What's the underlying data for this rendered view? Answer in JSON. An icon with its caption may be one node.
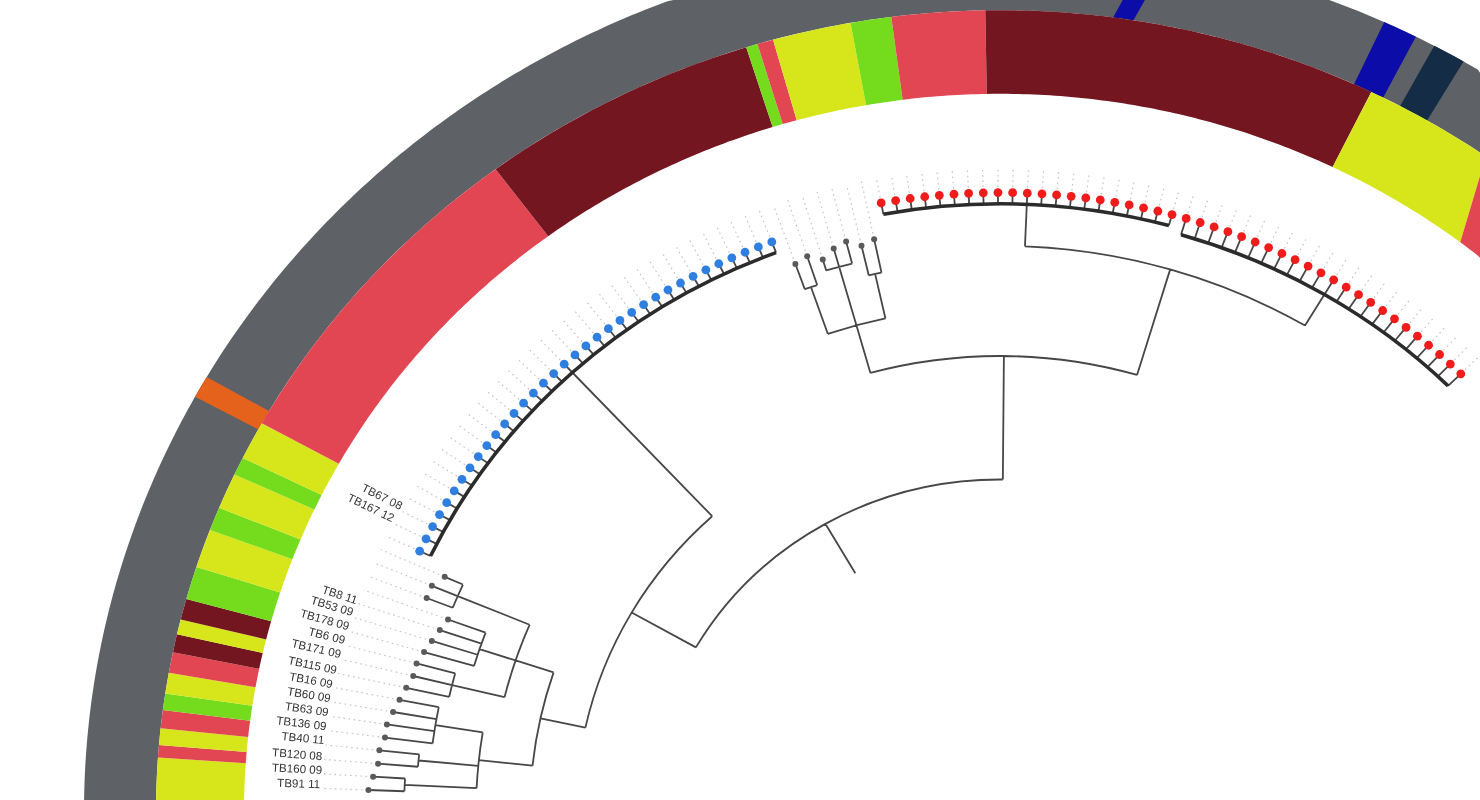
{
  "diagram": {
    "labels": [
      "TB67 08",
      "TB167 12",
      "TB8 11",
      "TB53 09",
      "TB178 09",
      "TB6 09",
      "TB171 09",
      "TB115 09",
      "TB16 09",
      "TB60 09",
      "TB63 09",
      "TB136 09",
      "TB40 11",
      "TB120 08",
      "TB160 09",
      "TB91 11"
    ]
  }
}
